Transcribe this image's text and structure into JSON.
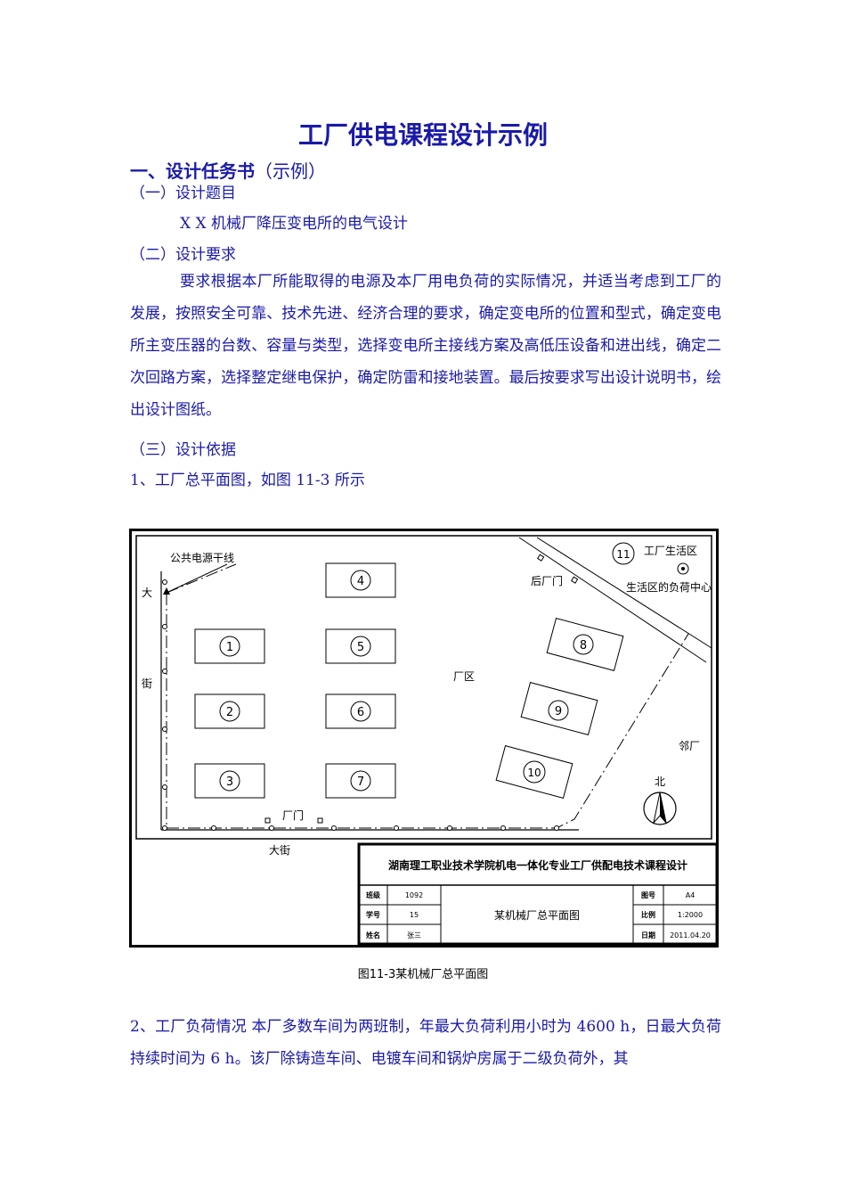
{
  "title": "工厂供电课程设计示例",
  "section1": {
    "heading": "一、设计任务书",
    "note": "（示例）"
  },
  "sub1": {
    "label": "（一）设计题目",
    "content": "X X 机械厂降压变电所的电气设计"
  },
  "sub2": {
    "label": "（二）设计要求",
    "paragraph": "要求根据本厂所能取得的电源及本厂用电负荷的实际情况，并适当考虑到工厂的发展，按照安全可靠、技术先进、经济合理的要求，确定变电所的位置和型式，确定变电所主变压器的台数、容量与类型，选择变电所主接线方案及高低压设备和进出线，确定二次回路方案，选择整定继电保护，确定防雷和接地装置。最后按要求写出设计说明书，绘出设计图纸。"
  },
  "sub3": {
    "label": "（三）设计依据"
  },
  "item1": "1、工厂总平面图，如图 11-3 所示",
  "figure": {
    "labels": {
      "power_line": "公共电源干线",
      "street_left_1": "大",
      "street_left_2": "街",
      "street_bottom": "大街",
      "back_gate": "后厂门",
      "front_gate": "厂门",
      "plant_area": "厂区",
      "living_area": "工厂生活区",
      "living_center": "生活区的负荷中心",
      "neighbor": "邻厂",
      "north": "北"
    },
    "buildings": [
      "1",
      "2",
      "3",
      "4",
      "5",
      "6",
      "7",
      "8",
      "9",
      "10",
      "11"
    ],
    "title_block": {
      "header": "湖南理工职业技术学院机电一体化专业工厂供配电技术课程设计",
      "drawing_name": "某机械厂总平面图",
      "rows": [
        {
          "k1": "班级",
          "v1": "1092",
          "k2": "图号",
          "v2": "A4"
        },
        {
          "k1": "学号",
          "v1": "15",
          "k2": "比例",
          "v2": "1:2000"
        },
        {
          "k1": "姓名",
          "v1": "张三",
          "k2": "日期",
          "v2": "2011.04.20"
        }
      ]
    },
    "caption": "图11-3某机械厂总平面图"
  },
  "item2": "2、工厂负荷情况 本厂多数车间为两班制，年最大负荷利用小时为 4600 h，日最大负荷持续时间为 6 h。该厂除铸造车间、电镀车间和锅炉房属于二级负荷外，其"
}
